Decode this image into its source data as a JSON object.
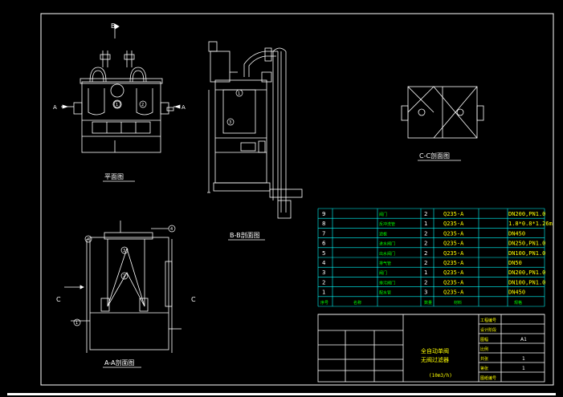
{
  "drawing": {
    "views": {
      "plan_title": "平面图",
      "aa_title": "A-A剖面图",
      "bb_title": "B-B剖面图",
      "cc_title": "C-C剖面图",
      "section_marks": {
        "a": "A",
        "b": "B",
        "c": "C"
      },
      "balloons": [
        "1",
        "2",
        "3",
        "4"
      ]
    },
    "parts_table": {
      "rows": [
        {
          "no": "9",
          "name": "阀门",
          "qty": "2",
          "material": "Q235-A",
          "spec": "DN200,PN1.0"
        },
        {
          "no": "8",
          "name": "反冲洗管",
          "qty": "1",
          "material": "Q235-A",
          "spec": "1.8*0.8*1.26m"
        },
        {
          "no": "7",
          "name": "滤板",
          "qty": "2",
          "material": "Q235-A",
          "spec": "DN450"
        },
        {
          "no": "6",
          "name": "进水阀门",
          "qty": "2",
          "material": "Q235-A",
          "spec": "DN250,PN1.0"
        },
        {
          "no": "5",
          "name": "出水阀门",
          "qty": "2",
          "material": "Q235-A",
          "spec": "DN100,PN1.0"
        },
        {
          "no": "4",
          "name": "排气管",
          "qty": "2",
          "material": "Q235-A",
          "spec": "DN50"
        },
        {
          "no": "3",
          "name": "阀门",
          "qty": "1",
          "material": "Q235-A",
          "spec": "DN200,PN1.0"
        },
        {
          "no": "2",
          "name": "排污阀门",
          "qty": "2",
          "material": "Q235-A",
          "spec": "DN100,PN1.0"
        },
        {
          "no": "1",
          "name": "配水管",
          "qty": "3",
          "material": "Q235-A",
          "spec": "DN450"
        }
      ],
      "header": {
        "no": "序号",
        "name": "名称",
        "qty": "数量",
        "material": "材料",
        "spec": "规格"
      }
    },
    "title_block": {
      "title_line1": "全自动单阀",
      "title_line2": "无阀过滤器",
      "title_line3": "(10m3/h)",
      "labels": [
        "工程编号",
        "设计阶段",
        "图幅",
        "比例",
        "共张",
        "第张",
        "图纸编号"
      ],
      "values": {
        "size": "A1",
        "sheet_total": "1",
        "sheet_no": "1"
      }
    }
  }
}
